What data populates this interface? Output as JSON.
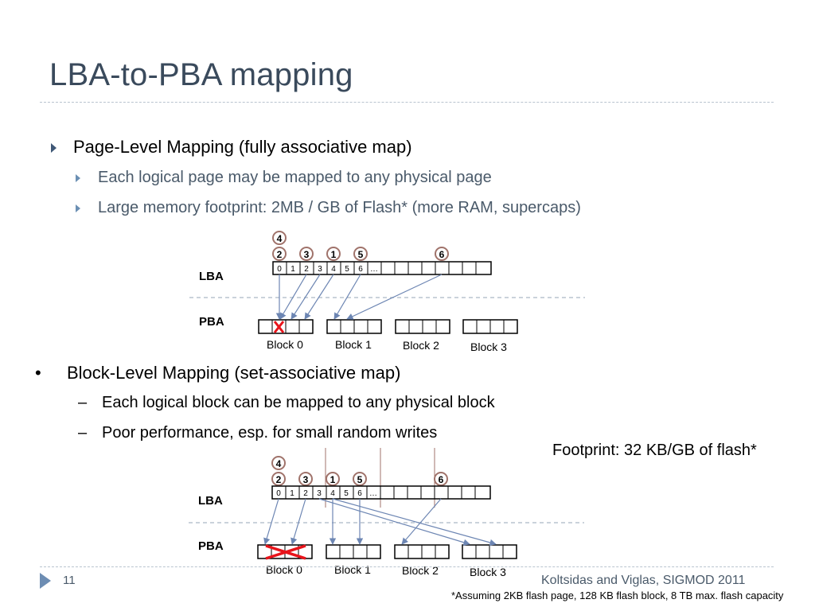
{
  "title": "LBA-to-PBA mapping",
  "bullets": {
    "page_level": "Page-Level Mapping (fully associative map)",
    "page_sub1": "Each logical page may be mapped to any physical page",
    "page_sub2": "Large memory footprint: 2MB / GB of Flash* (more RAM, supercaps)",
    "block_level": "Block-Level Mapping (set-associative map)",
    "block_sub1": "Each logical block can be mapped to any physical block",
    "block_sub2": "Poor performance, esp. for small random writes",
    "bullet_char": "•",
    "dash_char": "–"
  },
  "footprint_note": "Footprint: 32 KB/GB of flash*",
  "diagram": {
    "lba_label": "LBA",
    "pba_label": "PBA",
    "cell_labels": [
      "0",
      "1",
      "2",
      "3",
      "4",
      "5",
      "6",
      "…"
    ],
    "circle_top": "4",
    "circles": [
      "2",
      "3",
      "1",
      "5",
      "6"
    ],
    "blocks": [
      "Block 0",
      "Block 1",
      "Block 2",
      "Block 3"
    ]
  },
  "footer": {
    "page_number": "11",
    "citation": "Koltsidas and Viglas, SIGMOD 2011",
    "footnote": "*Assuming 2KB flash page, 128 KB flash block, 8 TB max. flash capacity"
  },
  "colors": {
    "title": "#3a4a5c",
    "arrow": "#6d86b3",
    "circle": "#a0736b",
    "cross": "#e8141b",
    "accent": "#3f5876"
  }
}
